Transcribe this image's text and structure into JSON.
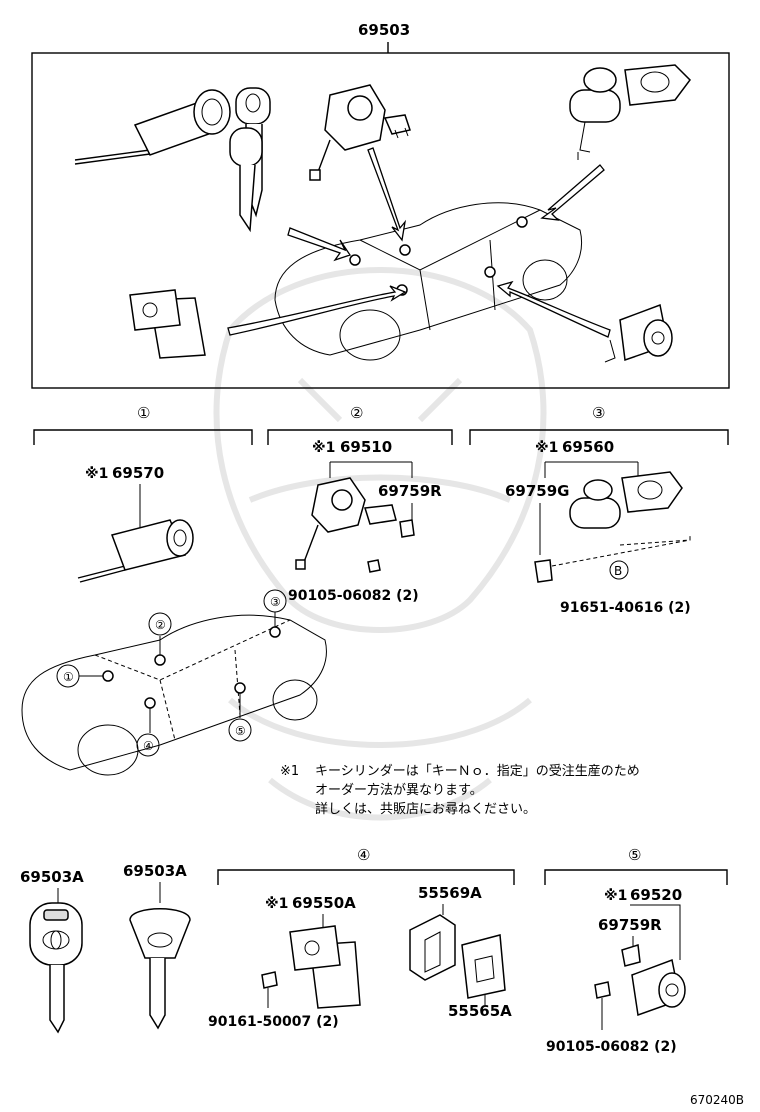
{
  "diagram": {
    "top_group": {
      "part_number": "69503"
    },
    "sections": [
      {
        "number": "①",
        "part_number": "69570",
        "mark": "※1"
      },
      {
        "number": "②",
        "part_number": "69510",
        "mark": "※1",
        "sub_part": "69759R",
        "bolt": "90105-06082 (2)"
      },
      {
        "number": "③",
        "part_number": "69560",
        "mark": "※1",
        "sub_part": "69759G",
        "ref_letter": "B",
        "bolt": "91651-40616 (2)"
      }
    ],
    "car_callouts": [
      "①",
      "②",
      "③",
      "④",
      "⑤"
    ],
    "note": {
      "mark": "※1",
      "lines": [
        "キーシリンダーは「キーＮｏ．指定」の受注生産のため",
        "オーダー方法が異なります。",
        "詳しくは、共販店にお尋ねください。"
      ]
    },
    "keys": [
      {
        "part_number": "69503A"
      },
      {
        "part_number": "69503A"
      }
    ],
    "section4": {
      "number": "④",
      "mark": "※1",
      "part_number": "69550A",
      "bolt": "90161-50007 (2)",
      "bracket": "55569A",
      "plate": "55565A"
    },
    "section5": {
      "number": "⑤",
      "mark": "※1",
      "part_number": "69520",
      "sub_part": "69759R",
      "bolt": "90105-06082 (2)"
    },
    "diagram_code": "670240B"
  }
}
